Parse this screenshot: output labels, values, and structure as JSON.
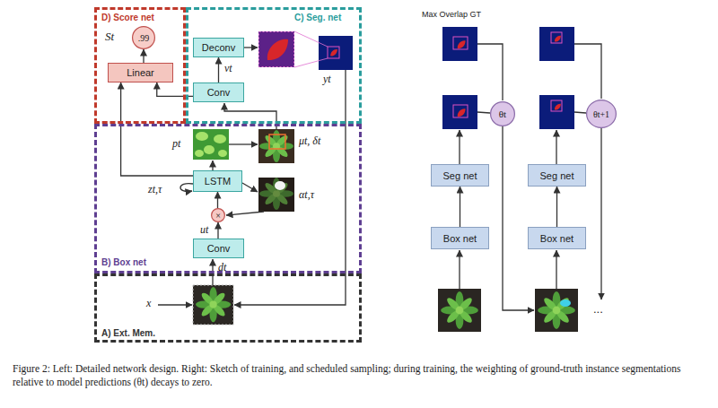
{
  "diagram": {
    "caption": "Figure 2: Left: Detailed network design. Right: Sketch of training, and scheduled sampling; during training, the weighting of ground-truth instance segmentations relative to model predictions (θt) decays to zero.",
    "nodes": [
      {
        "text": [
          "D) Score net"
        ]
      },
      {
        "text": [
          ".99"
        ],
        "in": 0
      },
      {
        "text": [
          "Linear"
        ],
        "in": 0
      },
      {
        "text": [
          "C) Seg. net"
        ]
      },
      {
        "text": [
          "Deconv"
        ],
        "in": 3
      },
      {
        "text": [
          "Conv"
        ],
        "in": 3
      },
      {
        "text": [
          "B) Box net"
        ]
      },
      {
        "text": [
          "LSTM"
        ],
        "in": 6
      },
      {
        "text": [
          "×"
        ],
        "in": 6
      },
      {
        "text": [
          "Conv"
        ],
        "in": 6
      },
      {
        "text": [
          "A) Ext. Mem."
        ]
      },
      {
        "text": [
          "θt"
        ]
      },
      {
        "text": [
          "Seg net"
        ]
      },
      {
        "text": [
          "Box net"
        ]
      },
      {
        "text": [
          "θt+1"
        ]
      },
      {
        "text": [
          "Seg net"
        ]
      },
      {
        "text": [
          "Box net"
        ]
      }
    ],
    "edges": [
      {
        "from": 2,
        "to": 1,
        "arrow": "to"
      },
      {
        "from": 5,
        "to": 4,
        "arrow": "to"
      },
      {
        "from": 5,
        "to": 2,
        "arrow": "to"
      },
      {
        "from": 7,
        "to": 2,
        "arrow": "to"
      },
      {
        "from": 9,
        "to": 8,
        "arrow": "to"
      },
      {
        "from": 8,
        "to": 7,
        "arrow": "to"
      },
      {
        "from": 13,
        "to": 12,
        "arrow": "to"
      },
      {
        "from": 16,
        "to": 15,
        "arrow": "to"
      }
    ],
    "labels": [
      "St",
      "vt",
      "yt",
      "pt",
      "μt, δt",
      "αt,τ",
      "zt,τ",
      "ut",
      "dt",
      "x",
      "Max Overlap GT",
      "..."
    ]
  }
}
